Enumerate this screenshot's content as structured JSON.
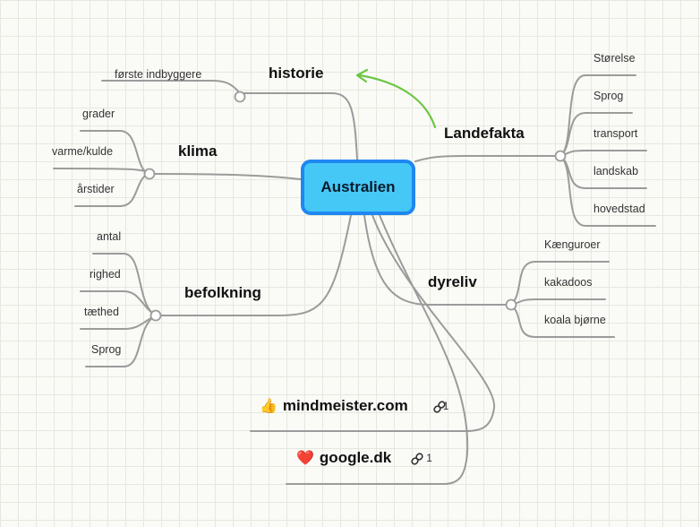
{
  "root": "Australien",
  "topics": {
    "historie": {
      "title": "historie",
      "children": [
        "første indbyggere"
      ]
    },
    "klima": {
      "title": "klima",
      "children": [
        "grader",
        "varme/kulde",
        "årstider"
      ]
    },
    "befolkning": {
      "title": "befolkning",
      "children": [
        "antal",
        "righed",
        "tæthed",
        "Sprog"
      ]
    },
    "landefakta": {
      "title": "Landefakta",
      "children": [
        "Størelse",
        "Sprog",
        "transport",
        "landskab",
        "hovedstad"
      ]
    },
    "dyreliv": {
      "title": "dyreliv",
      "children": [
        "Kænguroer",
        "kakadoos",
        "koala bjørne"
      ]
    }
  },
  "links": [
    {
      "title": "mindmeister.com",
      "icon": "thumbs-up",
      "emoji": "👍",
      "count": "1"
    },
    {
      "title": "google.dk",
      "icon": "heart",
      "emoji": "❤️",
      "count": "1"
    }
  ],
  "colors": {
    "root_fill": "#46c8f7",
    "root_border": "#1f87f0",
    "connector": "#9b9b9b",
    "arrow": "#6cc644"
  }
}
